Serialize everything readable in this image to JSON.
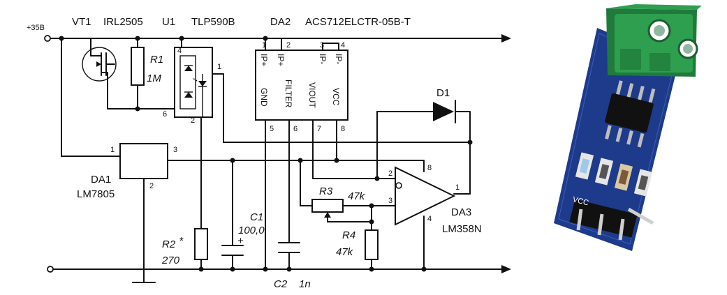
{
  "supply_label": "+35B",
  "vt1": {
    "ref": "VT1",
    "part": "IRL2505"
  },
  "u1": {
    "ref": "U1",
    "part": "TLP590B",
    "pins": [
      "4",
      "6",
      "2",
      "1"
    ]
  },
  "da2": {
    "ref": "DA2",
    "part": "ACS712ELCTR-05B-T",
    "top_pins": [
      "1",
      "2",
      "3",
      "4"
    ],
    "top_labels": [
      "IP+",
      "IP+",
      "IP-",
      "IP-"
    ],
    "bottom_pins": [
      "5",
      "6",
      "7",
      "8"
    ],
    "bottom_labels": [
      "GND",
      "FILTER",
      "VIOUT",
      "VCC"
    ]
  },
  "r1": {
    "ref": "R1",
    "value": "1M"
  },
  "d1": {
    "ref": "D1"
  },
  "da1": {
    "ref": "DA1",
    "part": "LM7805",
    "pins": [
      "1",
      "3",
      "2"
    ]
  },
  "r3": {
    "ref": "R3",
    "value": "47k"
  },
  "r4": {
    "ref": "R4",
    "value": "47k"
  },
  "c1": {
    "ref": "C1",
    "value": "100,0",
    "polarity": "+"
  },
  "c2": {
    "ref": "C2",
    "value": "1n"
  },
  "r2": {
    "ref": "R2",
    "mark": "*",
    "value": "270"
  },
  "da3": {
    "ref": "DA3",
    "part": "LM358N",
    "pins": [
      "2",
      "3",
      "8",
      "4",
      "1"
    ]
  },
  "module_photo": {
    "board_color": "#1e3a8a",
    "terminal_color": "#2e9e4f",
    "header_label": "VCC"
  }
}
